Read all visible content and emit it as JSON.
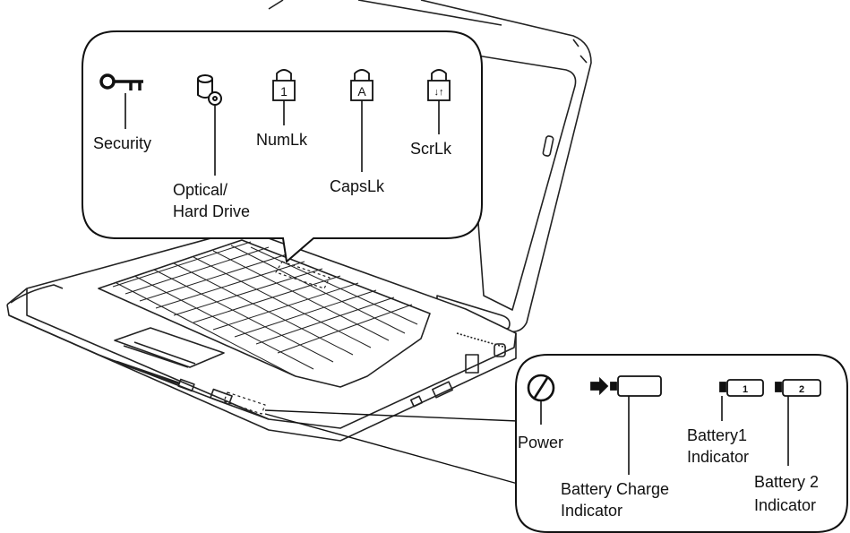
{
  "top_callout": {
    "security_label": "Security",
    "optical_label_line1": "Optical/",
    "optical_label_line2": "Hard Drive",
    "numlk_label": "NumLk",
    "numlk_glyph": "1",
    "capslk_label": "CapsLk",
    "capslk_glyph": "A",
    "scrlk_label": "ScrLk",
    "scrlk_glyph": "↓↑"
  },
  "bottom_callout": {
    "power_label": "Power",
    "battery_charge_line1": "Battery Charge",
    "battery_charge_line2": "Indicator",
    "battery1_line1": "Battery1",
    "battery1_line2": "Indicator",
    "battery1_glyph": "1",
    "battery2_line1": "Battery 2",
    "battery2_line2": "Indicator",
    "battery2_glyph": "2"
  }
}
